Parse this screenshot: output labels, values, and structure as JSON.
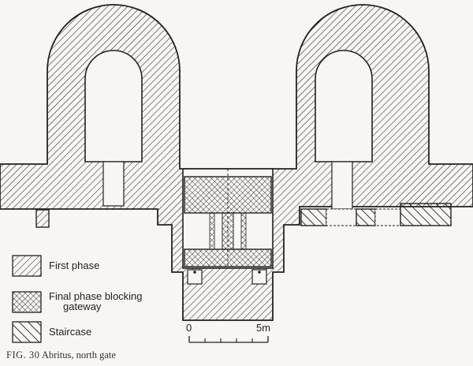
{
  "legend": {
    "first_phase": "First phase",
    "final_phase_line1": "Final phase blocking",
    "final_phase_line2": "gateway",
    "staircase": "Staircase"
  },
  "scale": {
    "start": "0",
    "end": "5m"
  },
  "caption": {
    "fig_label": "FIG. 30",
    "title": "Abritus, north gate"
  },
  "colors": {
    "ink": "#222222",
    "paper": "#f7f6f2"
  }
}
